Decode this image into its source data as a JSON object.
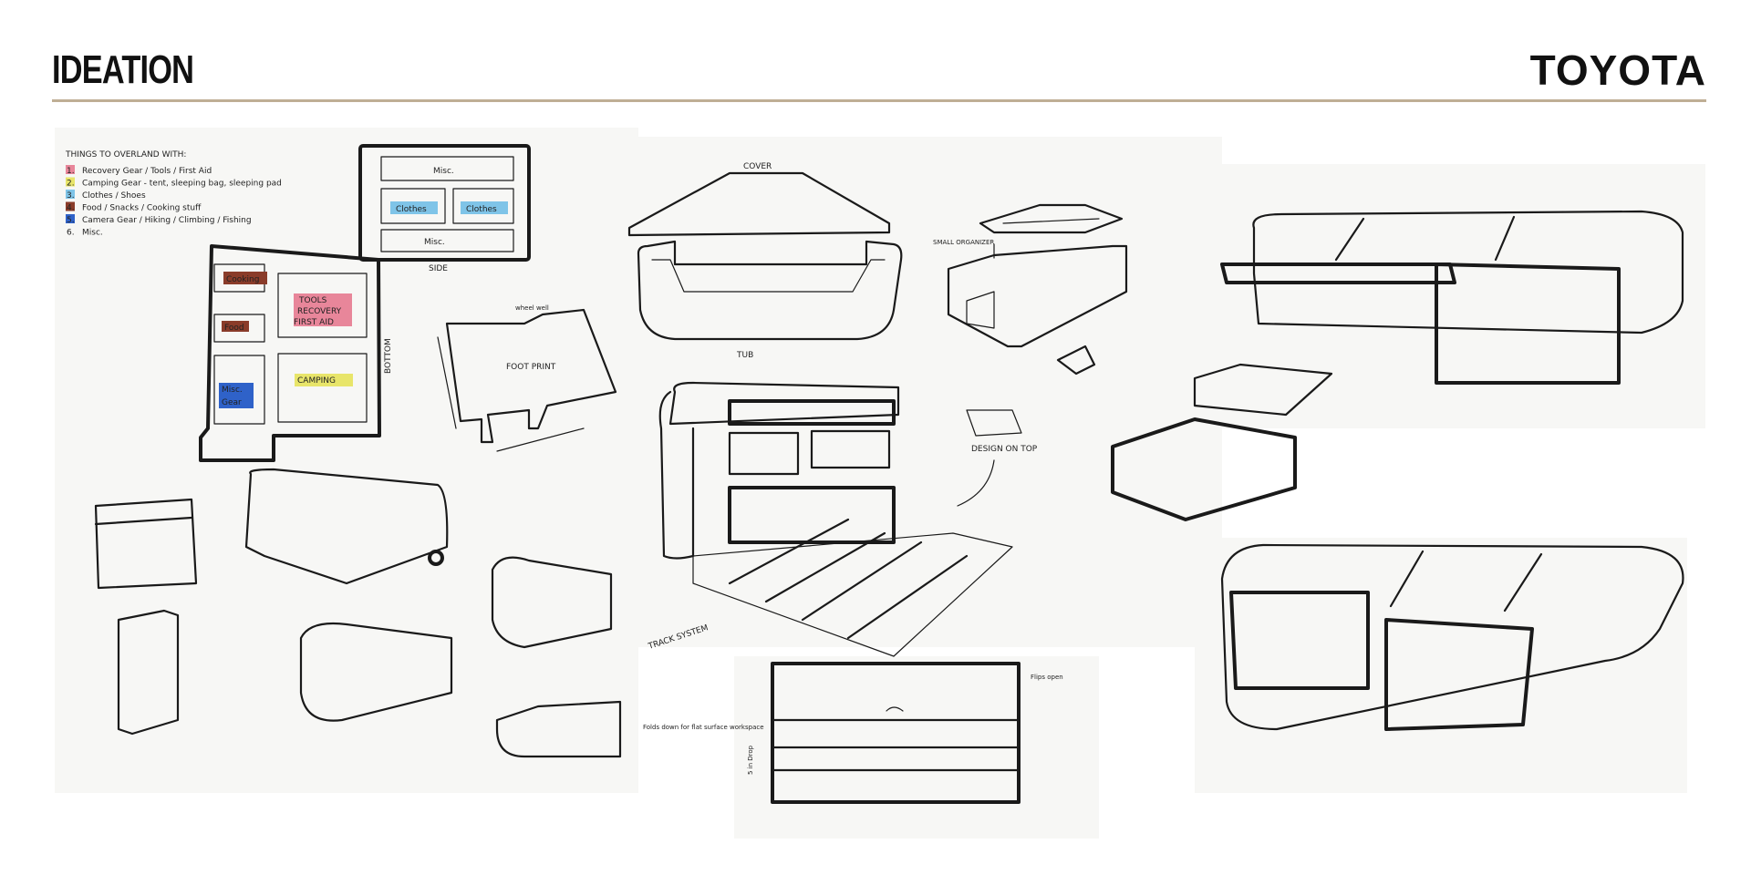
{
  "header": {
    "title": "IDEATION",
    "brand": "TOYOTA",
    "rule_color": "#bfae95"
  },
  "list": {
    "heading": "THINGS TO OVERLAND WITH:",
    "items": [
      {
        "num": "1.",
        "text": "Recovery Gear / Tools / First Aid",
        "color": "#e8869a"
      },
      {
        "num": "2.",
        "text": "Camping Gear - tent, sleeping bag, sleeping pad",
        "color": "#e8e56a"
      },
      {
        "num": "3.",
        "text": "Clothes / Shoes",
        "color": "#7fc4e8"
      },
      {
        "num": "4.",
        "text": "Food / Snacks / Cooking stuff",
        "color": "#8a3c2a"
      },
      {
        "num": "5.",
        "text": "Camera Gear / Hiking / Climbing / Fishing",
        "color": "#2f62c9"
      },
      {
        "num": "6.",
        "text": "Misc.",
        "color": ""
      }
    ]
  },
  "sketch_side": {
    "top_label": "Misc.",
    "left_label": "Clothes",
    "right_label": "Clothes",
    "bottom_label": "Misc.",
    "caption": "SIDE"
  },
  "sketch_bottom": {
    "cooking": "Cooking",
    "food": "Food",
    "tools": "TOOLS",
    "recovery": "RECOVERY",
    "first_aid": "FIRST AID",
    "misc": "Misc.",
    "gear": "Gear",
    "camping": "CAMPING",
    "caption": "BOTTOM"
  },
  "footprint": {
    "label": "FOOT PRINT",
    "wheel_well": "wheel well"
  },
  "tub_sketch": {
    "cover": "COVER",
    "tub": "TUB"
  },
  "notes": {
    "small_organizer": "SMALL ORGANIZER",
    "design_on_top": "DESIGN ON TOP",
    "track_system": "TRACK SYSTEM",
    "flips_open": "Flips open",
    "folds_down": "Folds down for flat surface workspace",
    "drop": "5 in Drop"
  },
  "colors": {
    "pink": "#e8869a",
    "yellow": "#e8e56a",
    "blue": "#7fc4e8",
    "brown": "#8a3c2a",
    "dark_blue": "#2f62c9"
  }
}
